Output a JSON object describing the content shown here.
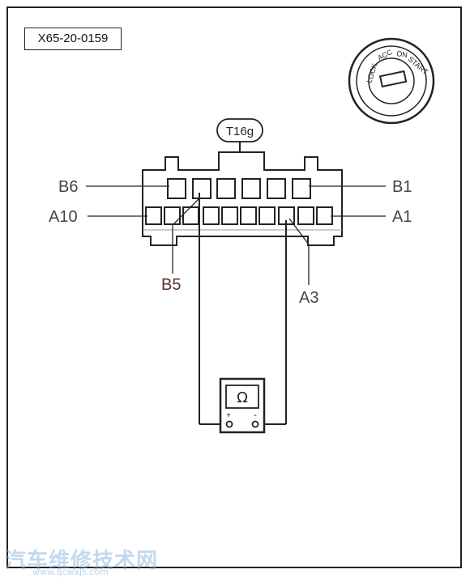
{
  "figure_id": "X65-20-0159",
  "ignition": {
    "positions": [
      "LOCK",
      "ACC",
      "ON",
      "START"
    ]
  },
  "connector": {
    "name": "T16g",
    "pins": {
      "B6": "B6",
      "B1": "B1",
      "A10": "A10",
      "A1": "A1",
      "B5": "B5",
      "A3": "A3"
    }
  },
  "meter": {
    "symbol": "Ω",
    "plus": "+",
    "minus": "-"
  },
  "watermark": {
    "text": "汽车维修技术网",
    "url": "www.qcwxjs.com"
  }
}
